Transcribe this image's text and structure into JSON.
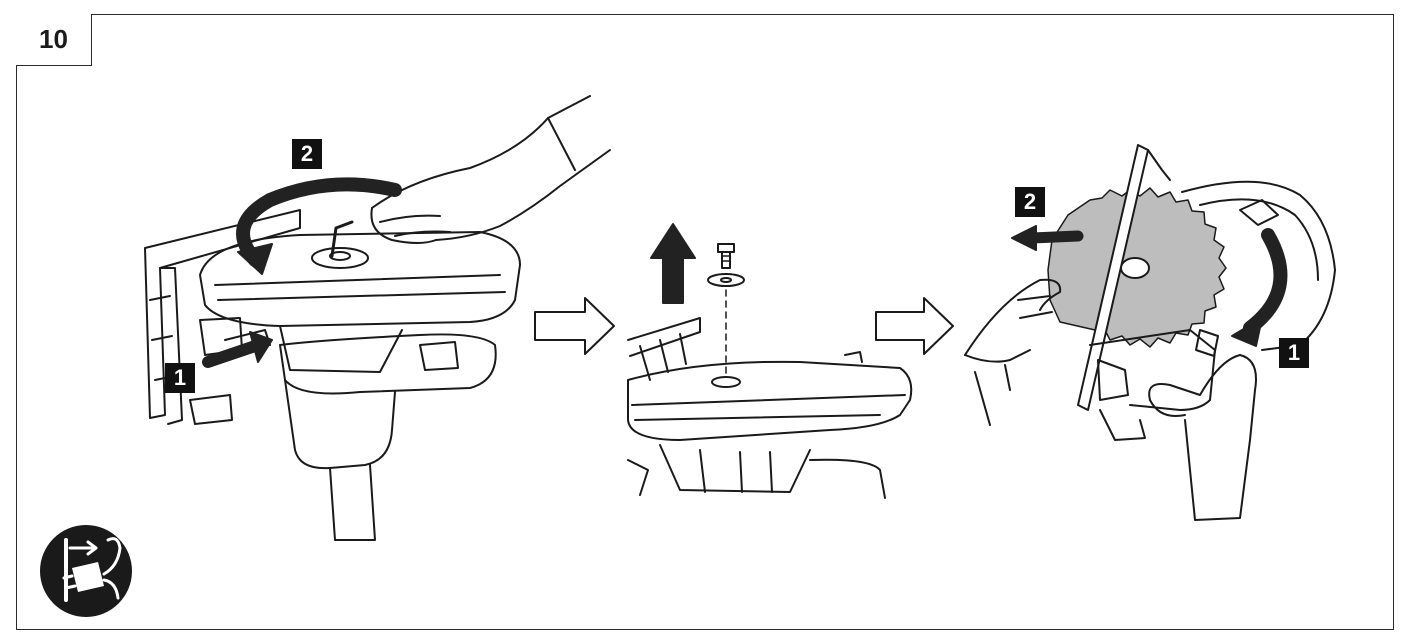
{
  "figure": {
    "number": "10"
  },
  "panel1": {
    "step_1": "1",
    "step_2": "2"
  },
  "panel3": {
    "step_1": "1",
    "step_2": "2"
  },
  "colors": {
    "ink": "#1a1a1a",
    "blade": "#bdbdbd",
    "arrow_dark": "#222222",
    "outline": "#2b2b2b"
  },
  "icons": [
    "disconnect-plug-icon",
    "hollow-arrow-right-icon",
    "solid-arrow-up-icon",
    "hex-key-icon"
  ]
}
